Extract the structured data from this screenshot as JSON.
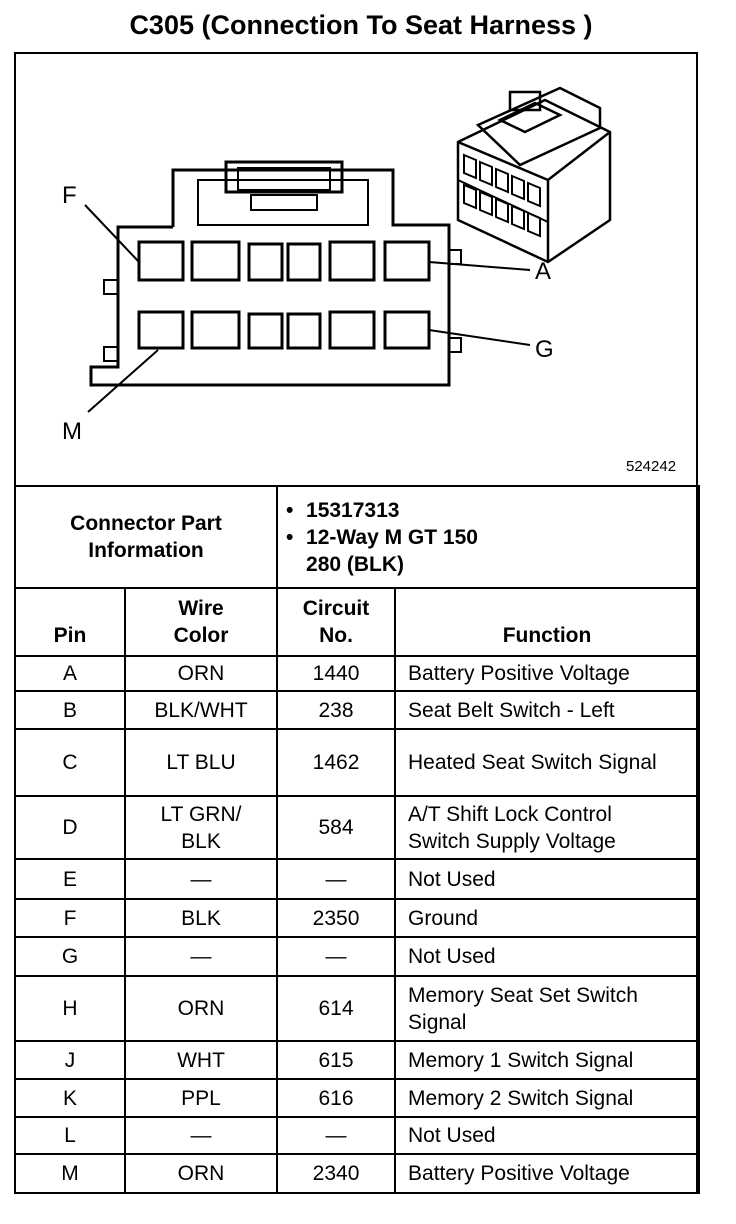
{
  "title": "C305 (Connection To Seat Harness )",
  "diagram": {
    "labels": {
      "f": "F",
      "a": "A",
      "g": "G",
      "m": "M"
    },
    "figure_number": "524242"
  },
  "connector_info": {
    "label": "Connector Part Information",
    "items": [
      "15317313",
      "12-Way M GT 150",
      "280 (BLK)"
    ]
  },
  "columns": {
    "pin": "Pin",
    "wire_color": "Wire Color",
    "circuit": "Circuit No.",
    "function": "Function"
  },
  "rows": [
    {
      "pin": "A",
      "color": "ORN",
      "circuit": "1440",
      "function": "Battery Positive Voltage"
    },
    {
      "pin": "B",
      "color": "BLK/WHT",
      "circuit": "238",
      "function": "Seat Belt Switch - Left"
    },
    {
      "pin": "C",
      "color": "LT BLU",
      "circuit": "1462",
      "function": "Heated Seat Switch Signal"
    },
    {
      "pin": "D",
      "color": "LT GRN/ BLK",
      "circuit": "584",
      "function": "A/T Shift Lock Control Switch Supply Voltage"
    },
    {
      "pin": "E",
      "color": "—",
      "circuit": "—",
      "function": "Not Used"
    },
    {
      "pin": "F",
      "color": "BLK",
      "circuit": "2350",
      "function": "Ground"
    },
    {
      "pin": "G",
      "color": "—",
      "circuit": "—",
      "function": "Not Used"
    },
    {
      "pin": "H",
      "color": "ORN",
      "circuit": "614",
      "function": "Memory Seat Set Switch Signal"
    },
    {
      "pin": "J",
      "color": "WHT",
      "circuit": "615",
      "function": "Memory 1 Switch Signal"
    },
    {
      "pin": "K",
      "color": "PPL",
      "circuit": "616",
      "function": "Memory 2 Switch Signal"
    },
    {
      "pin": "L",
      "color": "—",
      "circuit": "—",
      "function": "Not Used"
    },
    {
      "pin": "M",
      "color": "ORN",
      "circuit": "2340",
      "function": "Battery Positive Voltage"
    }
  ]
}
